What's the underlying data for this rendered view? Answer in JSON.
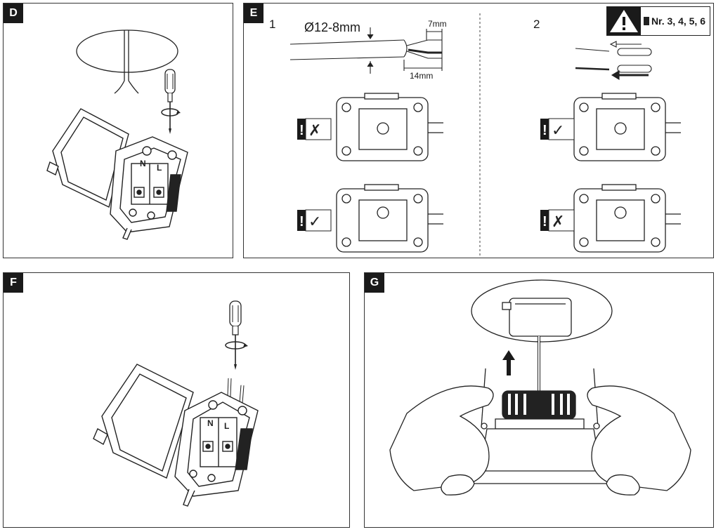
{
  "panels": {
    "D": {
      "letter": "D"
    },
    "E": {
      "letter": "E",
      "step1": "1",
      "step2": "2",
      "diameter": "Ø12-8mm",
      "strip_inner": "7mm",
      "strip_outer": "14mm",
      "warning_refs": "Nr. 3, 4, 5, 6",
      "mark_exclaim": "!",
      "mark_wrong": "✗",
      "mark_right": "✓"
    },
    "F": {
      "letter": "F"
    },
    "G": {
      "letter": "G"
    }
  },
  "terminal_labels": {
    "N": "N",
    "L": "L"
  },
  "icons": [
    "screwdriver-icon",
    "rotate-arrow-icon",
    "warning-triangle-icon",
    "battery-icon",
    "check-icon",
    "cross-icon",
    "up-arrow-icon"
  ]
}
